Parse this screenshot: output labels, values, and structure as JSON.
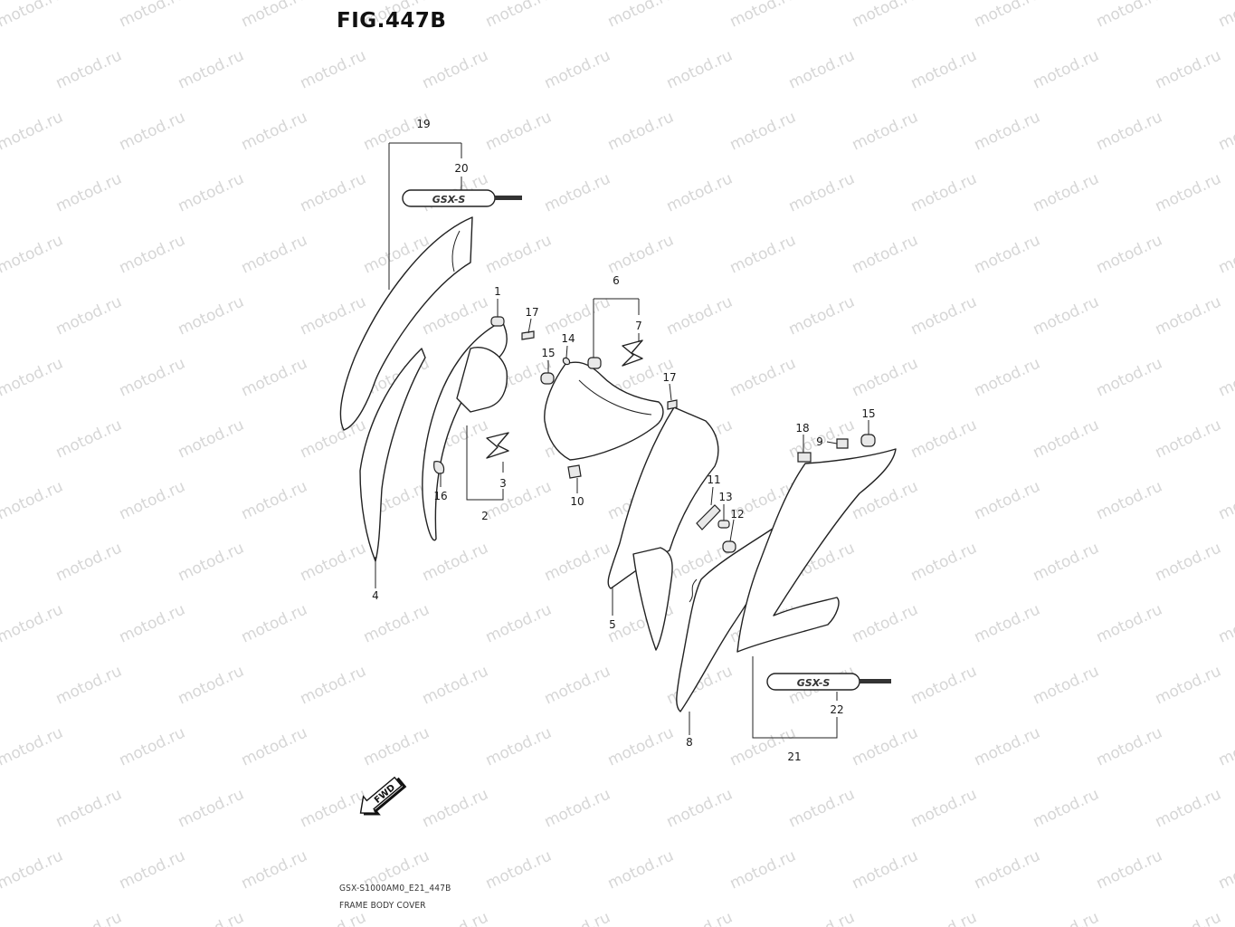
{
  "figure": {
    "title": "FIG.447B",
    "model_code": "GSX-S1000AM0_E21_447B",
    "caption": "FRAME BODY COVER",
    "watermark_text": "motod.ru",
    "fwd_label": "FWD",
    "emblem_text": "GSX-S"
  },
  "callouts": [
    "1",
    "2",
    "3",
    "4",
    "5",
    "6",
    "7",
    "8",
    "9",
    "10",
    "11",
    "12",
    "13",
    "14",
    "15",
    "15",
    "16",
    "17",
    "17",
    "18",
    "19",
    "20",
    "21",
    "22"
  ]
}
